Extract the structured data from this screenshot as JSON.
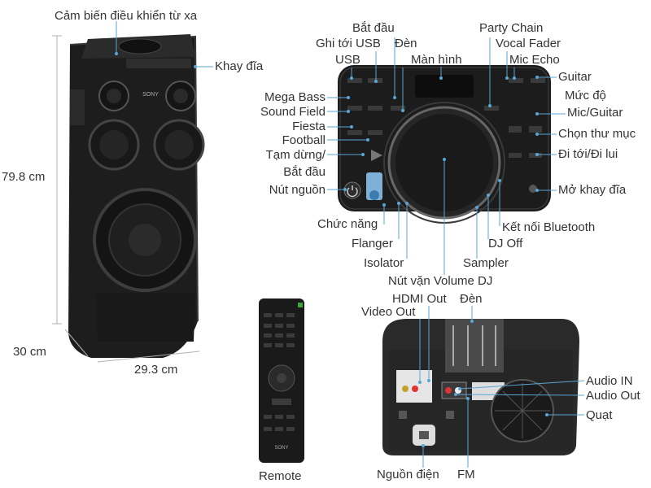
{
  "speaker": {
    "dimensions": {
      "height": "79.8 cm",
      "depth": "30 cm",
      "width": "29.3 cm"
    },
    "callouts": {
      "remote_sensor": "Cảm biến điều khiển từ xa",
      "disc_tray": "Khay đĩa"
    },
    "brand": "SONY"
  },
  "control_panel": {
    "left_labels": [
      "Mega Bass",
      "Sound Field",
      "Fiesta",
      "Football",
      "Tạm dừng/",
      "Bắt đầu",
      "Nút nguồn"
    ],
    "top_labels": {
      "start": "Bắt đầu",
      "usb_record": "Ghi tới USB",
      "usb": "USB",
      "light": "Đèn",
      "display": "Màn hình",
      "party_chain": "Party Chain",
      "vocal_fader": "Vocal Fader",
      "mic_echo": "Mic Echo"
    },
    "right_labels": [
      "Guitar",
      "Mức độ",
      "Mic/Guitar",
      "Chọn thư mục",
      "Đi tới/Đi lui",
      "Mở khay đĩa"
    ],
    "bottom_labels": {
      "bluetooth": "Kết nối Bluetooth",
      "function": "Chức năng",
      "flanger": "Flanger",
      "dj_off": "DJ Off",
      "isolator": "Isolator",
      "sampler": "Sampler",
      "volume": "Nút vặn Volume DJ"
    }
  },
  "remote": {
    "caption": "Remote",
    "brand": "SONY"
  },
  "back_panel": {
    "top_labels": {
      "hdmi_out": "HDMI Out",
      "light": "Đèn",
      "video_out": "Video Out"
    },
    "right_labels": {
      "audio_in": "Audio IN",
      "audio_out": "Audio Out",
      "fan": "Quạt"
    },
    "bottom_labels": {
      "power": "Nguồn điện",
      "fm": "FM"
    }
  }
}
